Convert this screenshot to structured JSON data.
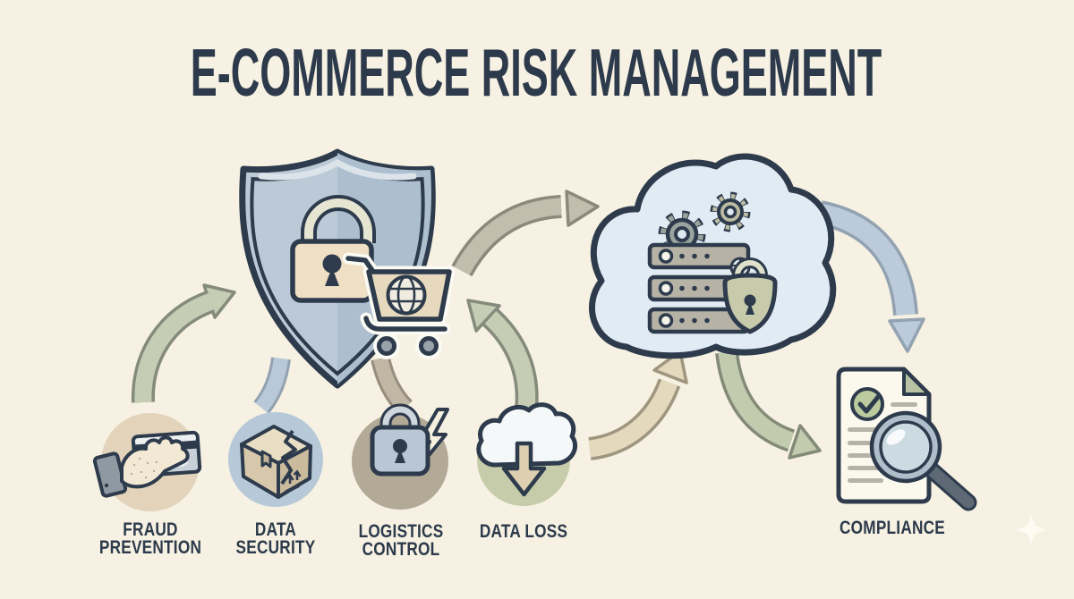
{
  "title": "E-COMMERCE RISK MANAGEMENT",
  "labels": {
    "fraud": {
      "line1": "FRAUD",
      "line2": "PREVENTION"
    },
    "data_security": {
      "line1": "DATA",
      "line2": "SECURITY"
    },
    "logistics": {
      "line1": "LOGISTICS",
      "line2": "CONTROL"
    },
    "data_loss": {
      "line1": "DATA LOSS"
    },
    "compliance": {
      "line1": "COMPLIANCE"
    }
  },
  "icons": {
    "center": "shield-lock-shopping-cart-icon",
    "cloud": "cloud-servers-gears-lock-icon",
    "compliance": "document-checkmark-magnifier-icon",
    "fraud": "hand-credit-card-icon",
    "data_security": "broken-box-icon",
    "logistics": "padlock-lightning-icon",
    "data_loss": "cloud-download-arrow-icon",
    "decoration": "sparkle-icon"
  },
  "colors": {
    "background": "#f6f1e2",
    "ink": "#2d3b4c",
    "shield_fill": "#bccad8",
    "shield_fill_dark": "#adbfcf",
    "lock_body": "#eedfc5",
    "cart_body": "#e7d9bd",
    "cloud_fill": "#e0ebf3",
    "server_fill": "#b6b3a6",
    "server_lock_fill": "#c8caac",
    "doc_fill": "#fbf8ee",
    "check_circle": "#bccb9e",
    "lens_fill": "#ccdae2",
    "arrow_green": "#c6cdb4",
    "arrow_gray": "#c3bdae",
    "arrow_blue": "#bccbdb",
    "arrow_tan": "#e4d8bd",
    "circle_fraud": "#e2d3ba",
    "circle_data_security": "#b7c9d8",
    "circle_logistics": "#b3a997",
    "circle_data_loss": "#c6cbaa"
  }
}
